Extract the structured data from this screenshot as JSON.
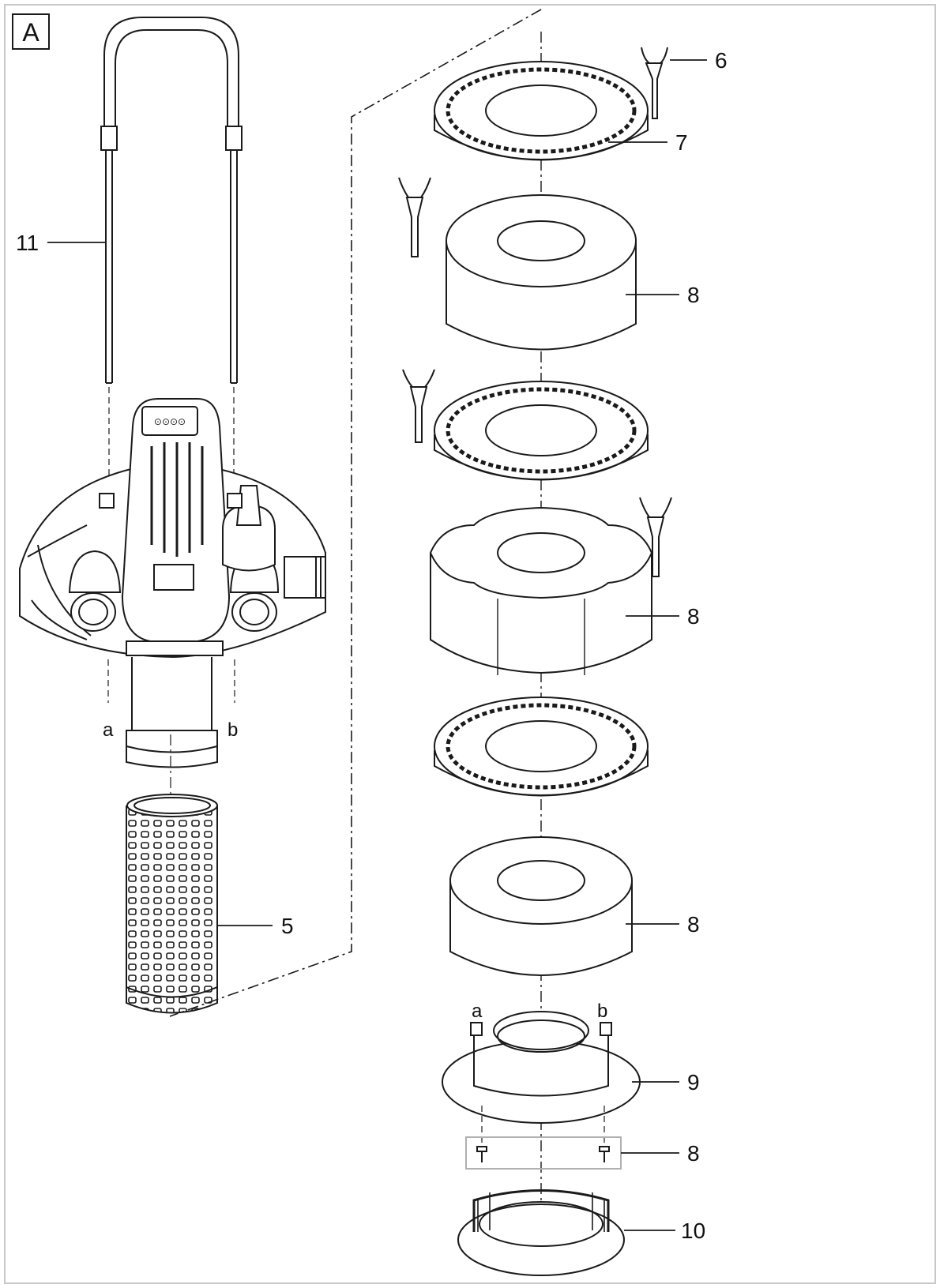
{
  "figure": {
    "panel_letter": "A",
    "callouts": {
      "c6": "6",
      "c7": "7",
      "c8_top": "8",
      "c8_middle": "8",
      "c8_lower": "8",
      "c9": "9",
      "c8_screws": "8",
      "c10": "10",
      "c11": "11",
      "c5": "5"
    },
    "connection_marks": {
      "left_a": "a",
      "left_b": "b",
      "right_a": "a",
      "right_b": "b"
    },
    "pump_panel_text": "⊙⊙⊙⊙"
  },
  "colors": {
    "line": "#1a1a1a",
    "frame": "#c8c8c8",
    "fill": "#ffffff",
    "shade": "#e8e8e8"
  }
}
